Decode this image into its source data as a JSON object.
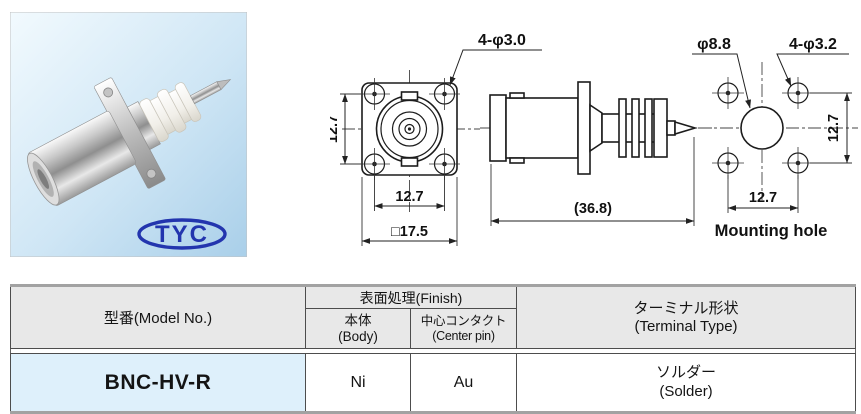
{
  "photo": {
    "logo_text": "TYC"
  },
  "drawings": {
    "front": {
      "label_holes": "4-φ3.0",
      "dim_side": "12.7",
      "dim_pitch": "12.7",
      "dim_square": "□17.5"
    },
    "side": {
      "dim_length": "(36.8)"
    },
    "mount": {
      "label_center": "φ8.8",
      "label_holes": "4-φ3.2",
      "dim_v": "12.7",
      "dim_h": "12.7",
      "caption": "Mounting hole"
    }
  },
  "table": {
    "headers": {
      "model": "型番(Model No.)",
      "finish": "表面処理(Finish)",
      "body_jp": "本体",
      "body_en": "(Body)",
      "pin_jp": "中心コンタクト",
      "pin_en": "(Center pin)",
      "terminal_jp": "ターミナル形状",
      "terminal_en": "(Terminal Type)"
    },
    "row": {
      "model": "BNC-HV-R",
      "body_finish": "Ni",
      "pin_finish": "Au",
      "terminal_jp": "ソルダー",
      "terminal_en": "(Solder)"
    }
  },
  "colors": {
    "header_bg": "#e8e8e8",
    "model_cell_bg": "#def0fb",
    "logo_blue": "#2335ae",
    "photo_bg_light": "#eef7fd",
    "photo_bg_dark": "#a9cfe9"
  }
}
